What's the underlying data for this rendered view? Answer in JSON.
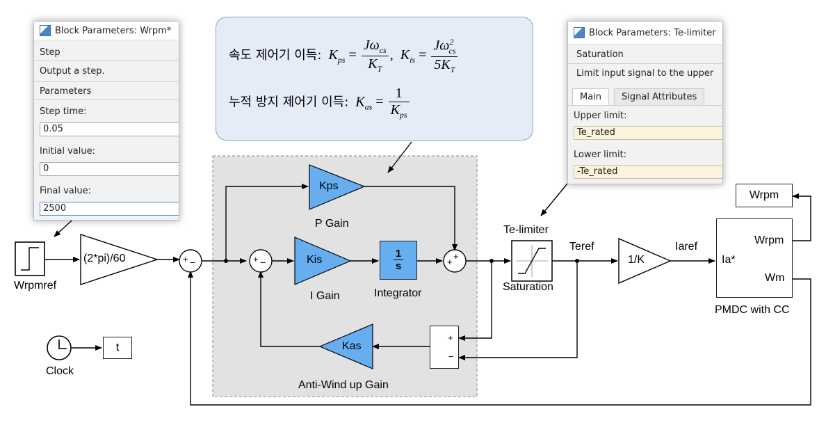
{
  "dialog_step": {
    "title": "Block Parameters: Wrpm*",
    "block_type": "Step",
    "description": "Output a step.",
    "section": "Parameters",
    "step_time_label": "Step time:",
    "step_time_value": "0.05",
    "initial_value_label": "Initial value:",
    "initial_value_value": "0",
    "final_value_label": "Final value:",
    "final_value_value": "2500"
  },
  "dialog_sat": {
    "title": "Block Parameters: Te-limiter",
    "block_type": "Saturation",
    "description": "Limit input signal to the upper",
    "tab_main": "Main",
    "tab_signal": "Signal Attributes",
    "upper_label": "Upper limit:",
    "upper_value": "Te_rated",
    "lower_label": "Lower limit:",
    "lower_value": "-Te_rated"
  },
  "equations": {
    "speed_label": "속도 제어기 이득:",
    "antiwind_label": "누적 방지 제어기 이득:",
    "kps_lhs": "K",
    "kps_sub": "ps",
    "kps_num": "Jω",
    "kps_num_sub": "cs",
    "kps_den": "K",
    "kps_den_sub": "T",
    "kis_lhs": "K",
    "kis_sub": "is",
    "kis_num": "Jω",
    "kis_num_sup": "2",
    "kis_num_sub": "cs",
    "kis_den": "5K",
    "kis_den_sub": "T",
    "kas_lhs": "K",
    "kas_sub": "as",
    "kas_num": "1",
    "kas_den": "K",
    "kas_den_sub": "ps",
    "eq": "=",
    "comma": ","
  },
  "blocks": {
    "wrpmref": "Wrpmref",
    "conv_gain": "(2*pi)/60",
    "kps": "Kps",
    "p_gain": "P Gain",
    "kis": "Kis",
    "i_gain": "I Gain",
    "integrator_num": "1",
    "integrator_den": "s",
    "integrator": "Integrator",
    "te_limiter": "Te-limiter",
    "saturation": "Saturation",
    "teref": "Teref",
    "inv_k": "1/K",
    "iaref": "Iaref",
    "pmdc_in": "Ia*",
    "pmdc_out1": "Wrpm",
    "pmdc_out2": "Wm",
    "pmdc": "PMDC with CC",
    "wrpm_out": "Wrpm",
    "kas": "Kas",
    "antiwind": "Anti-Wind up Gain",
    "clock": "Clock",
    "t_out": "t",
    "sum1_plus": "+",
    "sum1_minus": "−",
    "sum2_plus": "+",
    "sum2_minus": "−",
    "sum3_plus": "+",
    "sum4_plus": "+",
    "sum4_minus": "−"
  }
}
